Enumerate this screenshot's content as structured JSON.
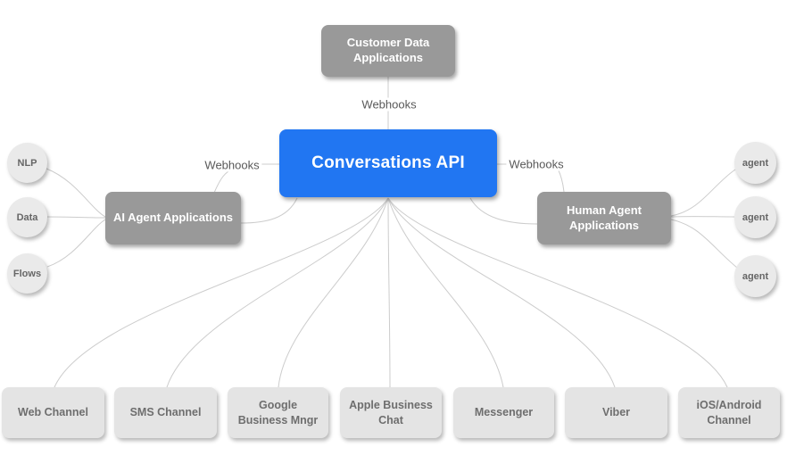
{
  "diagram": {
    "center_node": {
      "label": "Conversations API"
    },
    "top_node": {
      "label": "Customer Data Applications"
    },
    "left_node": {
      "label": "AI Agent Applications"
    },
    "right_node": {
      "label": "Human Agent Applications"
    }
  },
  "connector_labels": {
    "webhooks_top": "Webhooks",
    "webhooks_left": "Webhooks",
    "webhooks_right": "Webhooks"
  },
  "left_circles": [
    {
      "label": "NLP"
    },
    {
      "label": "Data"
    },
    {
      "label": "Flows"
    }
  ],
  "right_circles": [
    {
      "label": "agent"
    },
    {
      "label": "agent"
    },
    {
      "label": "agent"
    }
  ],
  "channels": [
    {
      "label": "Web Channel"
    },
    {
      "label": "SMS Channel"
    },
    {
      "label": "Google Business Mngr"
    },
    {
      "label": "Apple Business Chat"
    },
    {
      "label": "Messenger"
    },
    {
      "label": "Viber"
    },
    {
      "label": "iOS/Android Channel"
    }
  ],
  "colors": {
    "primary_blue": "#2176F2",
    "node_gray": "#999999",
    "light_node_fill": "#E4E4E4",
    "circle_fill": "#EAEAEA",
    "connector_line": "#CCCCCC",
    "label_text": "#595959",
    "light_node_text": "#6E6E6E"
  }
}
